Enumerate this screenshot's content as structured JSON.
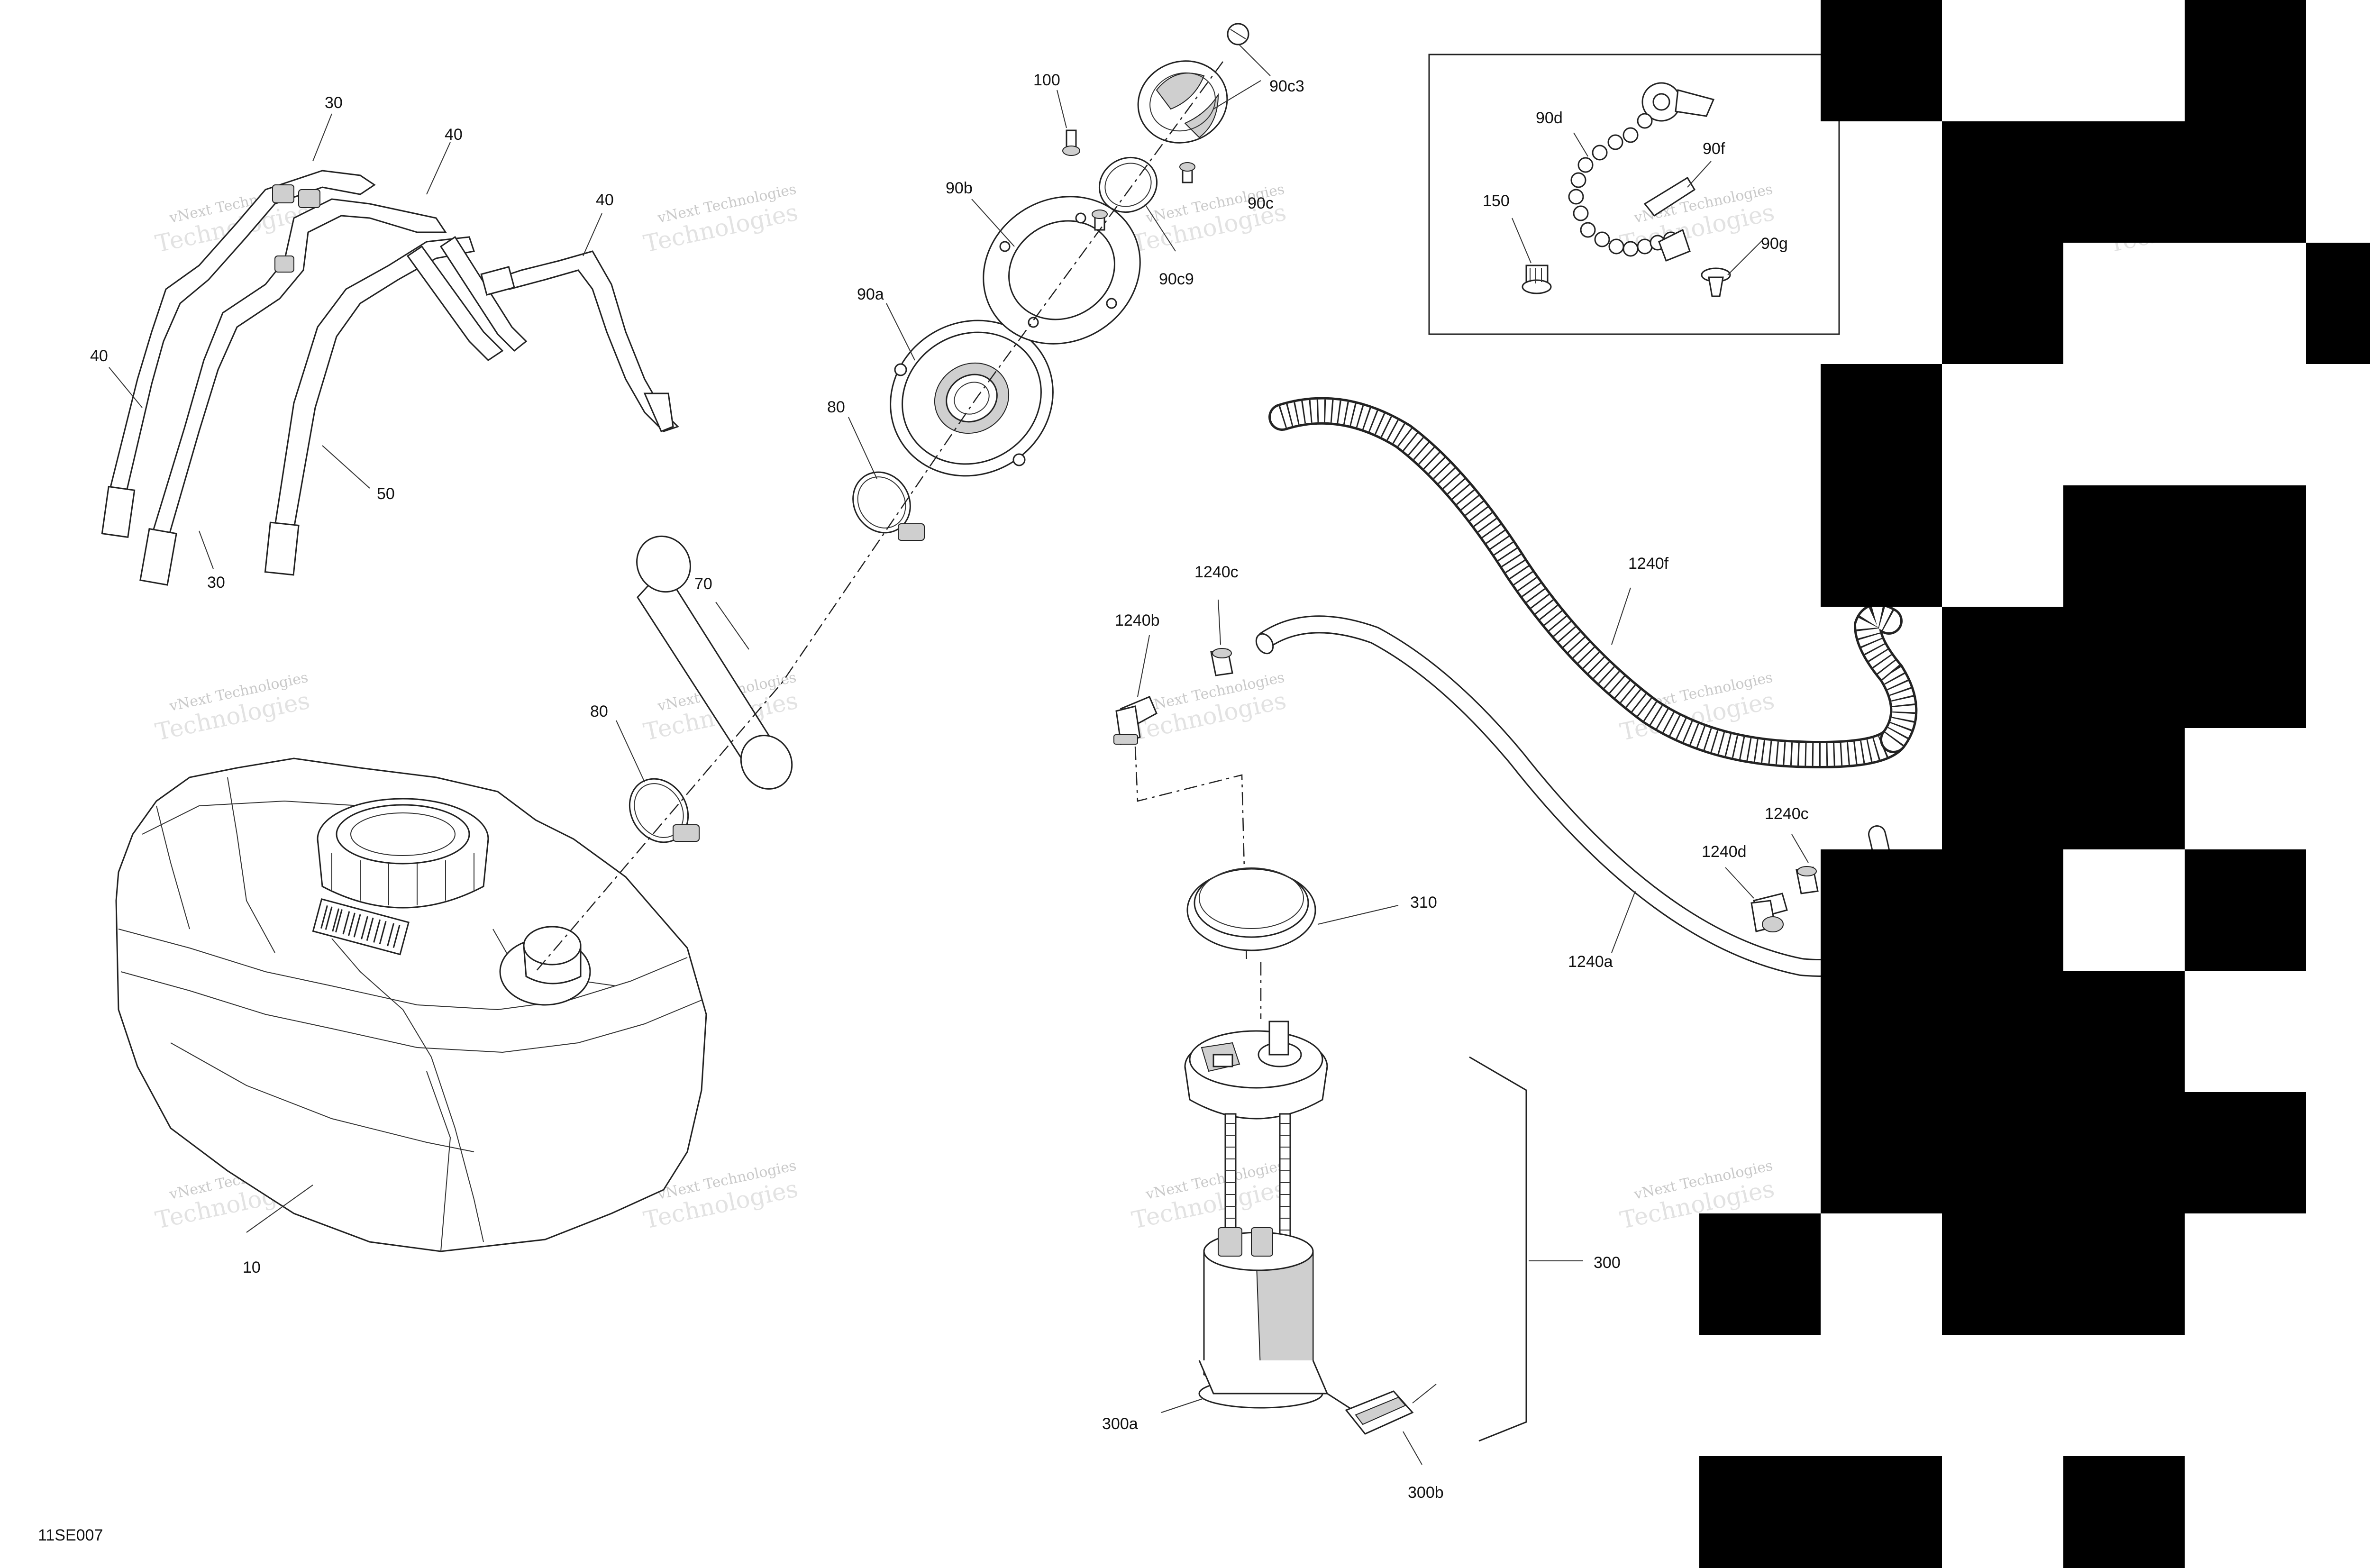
{
  "drawing_id": "11SE007",
  "watermark": {
    "line1": "vNext Technologies",
    "line2": "Technologies"
  },
  "callouts": {
    "c10": "10",
    "c30a": "30",
    "c30b": "30",
    "c40a": "40",
    "c40b": "40",
    "c40c": "40",
    "c50": "50",
    "c70": "70",
    "c80a": "80",
    "c80b": "80",
    "c90a": "90a",
    "c90b": "90b",
    "c90c": "90c",
    "c90c3": "90c3",
    "c90c9": "90c9",
    "c90d": "90d",
    "c90f": "90f",
    "c90g": "90g",
    "c100": "100",
    "c150": "150",
    "c300": "300",
    "c300a": "300a",
    "c300b": "300b",
    "c310": "310",
    "c1240a": "1240a",
    "c1240b": "1240b",
    "c1240c_top": "1240c",
    "c1240c_right": "1240c",
    "c1240d": "1240d",
    "c1240f": "1240f"
  },
  "colors": {
    "line": "#222222",
    "shade": "#cfcfcf",
    "watermark": "#c9c9c9",
    "overlay_block": "#000000"
  }
}
